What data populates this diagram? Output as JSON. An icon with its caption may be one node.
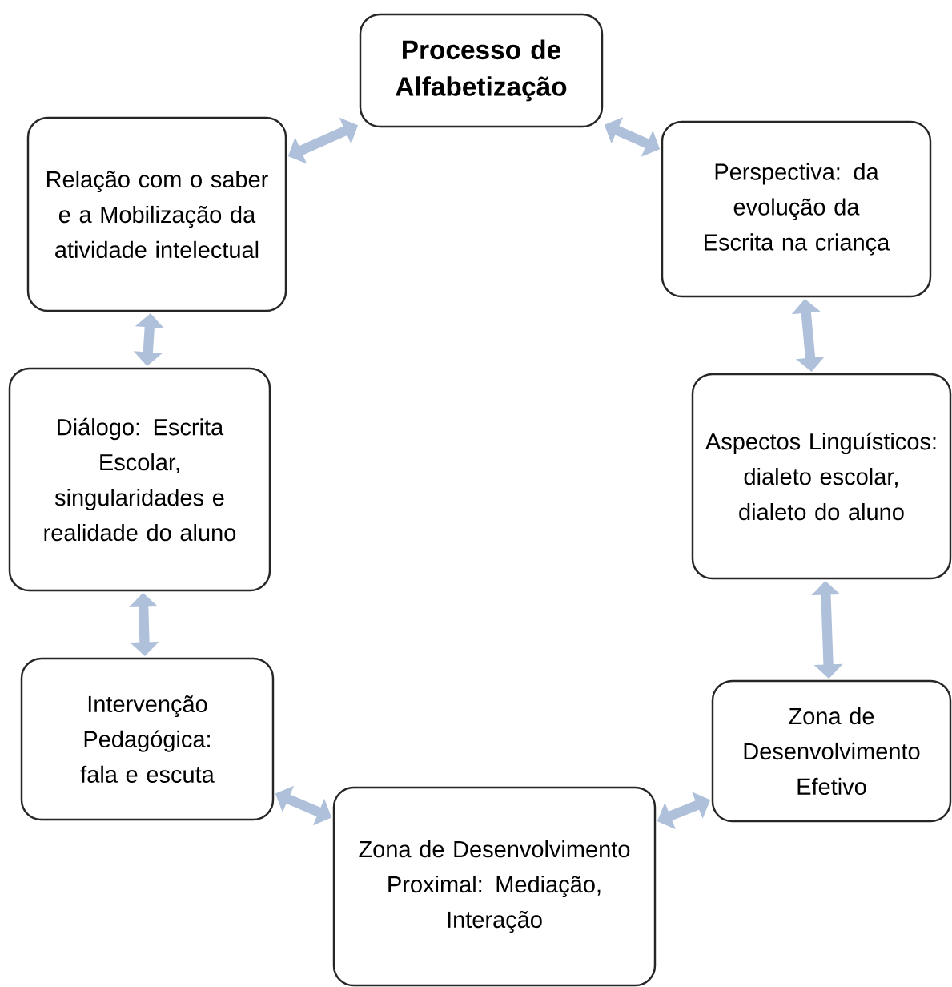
{
  "diagram": {
    "nodes": [
      {
        "text": [
          "Processo de Alfabetização"
        ]
      },
      {
        "text": [
          "Relação com o saber e a Mobilização da atividade intelectual"
        ]
      },
      {
        "text": [
          "Perspectiva: da evolução da  Escrita na criança"
        ]
      },
      {
        "text": [
          "Diálogo: Escrita Escolar, singularidades e realidade do aluno"
        ]
      },
      {
        "text": [
          "Aspectos Linguísticos: dialeto escolar, dialeto do aluno"
        ]
      },
      {
        "text": [
          "Intervenção Pedagógica: fala e escuta"
        ]
      },
      {
        "text": [
          "Zona de Desenvolvimento Efetivo"
        ]
      },
      {
        "text": [
          "Zona de Desenvolvimento Proximal: Mediação, Interação"
        ]
      }
    ],
    "edges": [
      {
        "from": 0,
        "to": 1,
        "arrow": "both"
      },
      {
        "from": 0,
        "to": 2,
        "arrow": "both"
      },
      {
        "from": 1,
        "to": 3,
        "arrow": "both"
      },
      {
        "from": 2,
        "to": 4,
        "arrow": "both"
      },
      {
        "from": 3,
        "to": 5,
        "arrow": "both"
      },
      {
        "from": 4,
        "to": 6,
        "arrow": "both"
      },
      {
        "from": 5,
        "to": 7,
        "arrow": "both"
      },
      {
        "from": 6,
        "to": 7,
        "arrow": "both"
      }
    ]
  }
}
